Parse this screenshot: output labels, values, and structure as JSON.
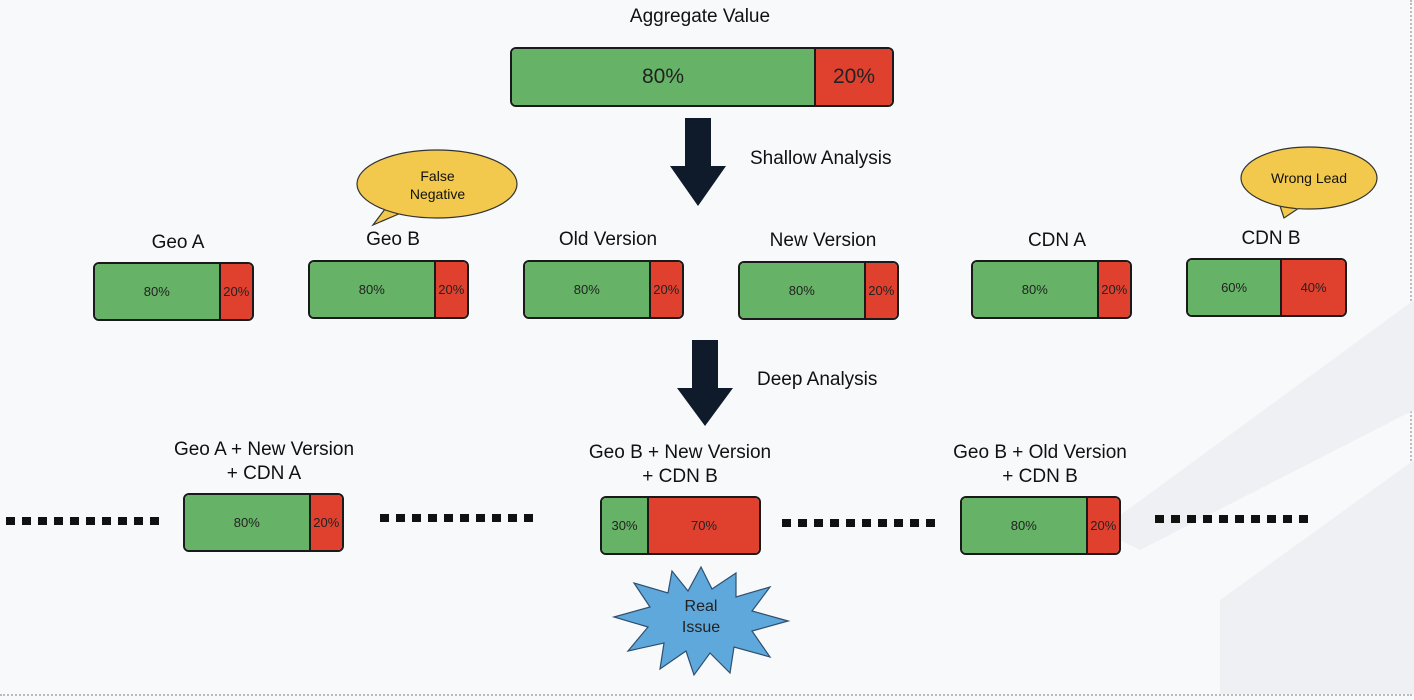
{
  "aggregate": {
    "title": "Aggregate Value",
    "good": 80,
    "bad": 20,
    "good_label": "80%",
    "bad_label": "20%"
  },
  "shallow_label": "Shallow Analysis",
  "deep_label": "Deep Analysis",
  "shallow": [
    {
      "title": "Geo A",
      "good": 80,
      "good_label": "80%",
      "bad_label": "20%"
    },
    {
      "title": "Geo B",
      "good": 80,
      "good_label": "80%",
      "bad_label": "20%"
    },
    {
      "title": "Old Version",
      "good": 80,
      "good_label": "80%",
      "bad_label": "20%"
    },
    {
      "title": "New Version",
      "good": 80,
      "good_label": "80%",
      "bad_label": "20%"
    },
    {
      "title": "CDN A",
      "good": 80,
      "good_label": "80%",
      "bad_label": "20%"
    },
    {
      "title": "CDN B",
      "good": 60,
      "good_label": "60%",
      "bad_label": "40%"
    }
  ],
  "deep": [
    {
      "title_line1": "Geo A + New Version",
      "title_line2": "+ CDN A",
      "good": 80,
      "good_label": "80%",
      "bad_label": "20%"
    },
    {
      "title_line1": "Geo B + New Version",
      "title_line2": "+ CDN B",
      "good": 30,
      "good_label": "30%",
      "bad_label": "70%"
    },
    {
      "title_line1": "Geo B + Old Version",
      "title_line2": "+ CDN B",
      "good": 80,
      "good_label": "80%",
      "bad_label": "20%"
    }
  ],
  "callouts": {
    "false_negative_line1": "False",
    "false_negative_line2": "Negative",
    "wrong_lead": "Wrong Lead",
    "real_issue_line1": "Real",
    "real_issue_line2": "Issue"
  },
  "colors": {
    "good": "#66b266",
    "bad": "#e0412f",
    "bubble": "#f2c94c",
    "star": "#5fa8dc",
    "arrow": "#0f1a2a"
  }
}
